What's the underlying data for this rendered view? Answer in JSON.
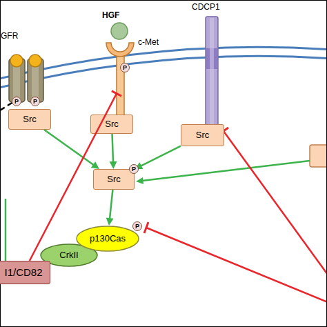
{
  "diagram": {
    "nodes": [
      {
        "text": [
          "GFR"
        ]
      },
      {
        "text": [
          "HGF"
        ]
      },
      {
        "text": [
          "c-Met"
        ]
      },
      {
        "text": [
          "CDCP1"
        ]
      },
      {
        "text": [
          "Src"
        ]
      },
      {
        "text": [
          "Src"
        ]
      },
      {
        "text": [
          "Src"
        ]
      },
      {
        "text": [
          "Src"
        ]
      },
      {
        "text": [
          "p130Cas"
        ]
      },
      {
        "text": [
          "CrkII"
        ]
      },
      {
        "text": [
          "I1/CD82"
        ]
      }
    ],
    "edges": [
      {
        "from": 4,
        "to": 7,
        "arrow": "to"
      },
      {
        "from": 5,
        "to": 7,
        "arrow": "to"
      },
      {
        "from": 6,
        "to": 7,
        "arrow": "to"
      },
      {
        "from": 7,
        "to": 8,
        "arrow": "to"
      },
      {
        "from": 10,
        "to": 2,
        "arrow": "to"
      }
    ],
    "labels": [
      "P",
      "P",
      "P",
      "P",
      "P"
    ]
  }
}
